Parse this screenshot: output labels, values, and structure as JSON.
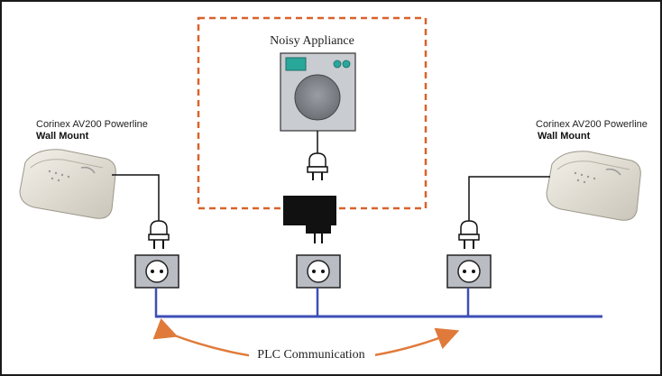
{
  "diagram": {
    "appliance_title": "Noisy Appliance",
    "left_device": {
      "name": "Corinex AV200 Powerline",
      "type": "Wall Mount"
    },
    "right_device": {
      "name": "Corinex AV200 Powerline",
      "type": "Wall Mount"
    },
    "communication_label": "PLC Communication"
  },
  "colors": {
    "border": "#1a1a1a",
    "dashed_box": "#d9622b",
    "power_line": "#3d4fb5",
    "arrow": "#e07a3a",
    "socket_fill": "#b9bcc3",
    "appliance_fill": "#c9ccd1",
    "screen": "#2aa79b",
    "filter": "#111111"
  },
  "icons": [
    "powerline-adapter-icon",
    "plug-icon",
    "wall-socket-icon",
    "washing-machine-icon",
    "noise-filter-icon"
  ]
}
